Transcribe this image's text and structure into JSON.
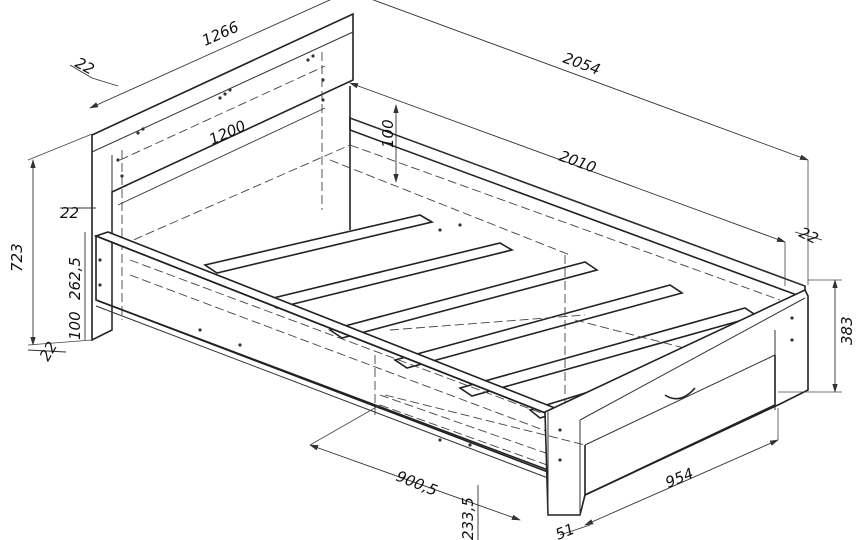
{
  "dimensions": {
    "headboard_width": "1266",
    "total_length": "2054",
    "inner_length": "2010",
    "inner_width": "1200",
    "headboard_thickness": "22",
    "panel_thickness_a": "22",
    "panel_thickness_b": "22",
    "panel_thickness_c": "22",
    "side_rail_height": "100",
    "headboard_height": "723",
    "rail_position": "262,5",
    "floor_gap": "100",
    "footboard_height": "383",
    "drawer_depth": "900,5",
    "drawer_width": "954",
    "drawer_height": "233,5",
    "drawer_offset": "51"
  }
}
